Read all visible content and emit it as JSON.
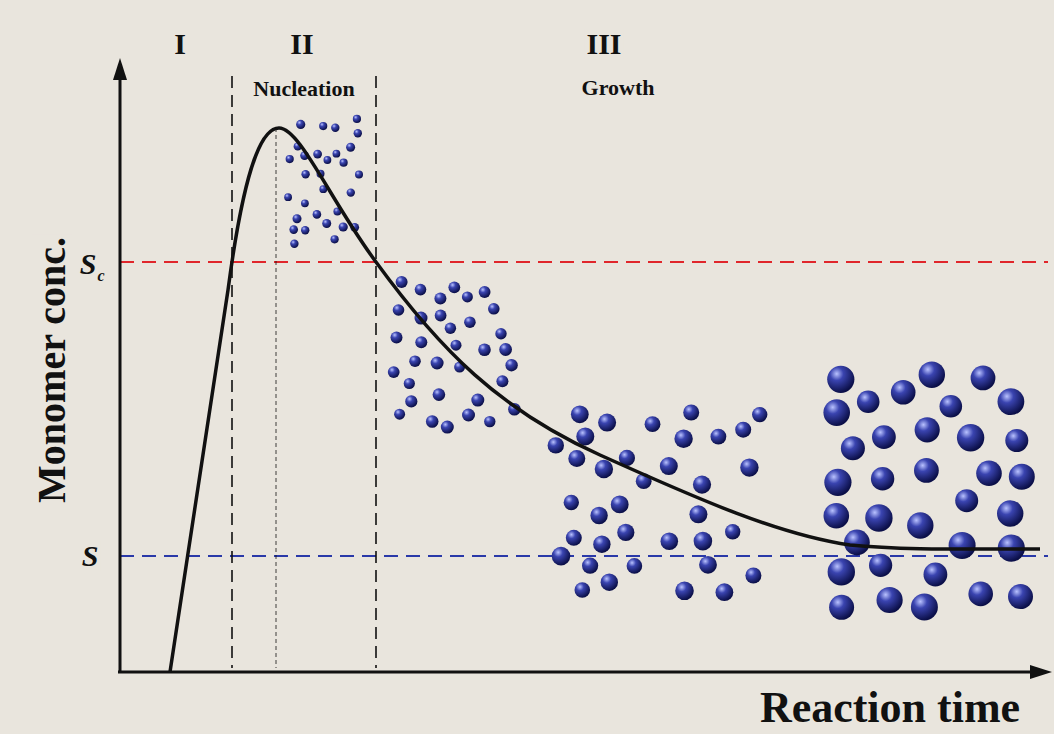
{
  "diagram": {
    "labels": [
      "I",
      "II",
      "Nucleation",
      "III",
      "Growth",
      "Monomer conc.",
      "S",
      "c",
      "S",
      "Reaction time"
    ]
  }
}
